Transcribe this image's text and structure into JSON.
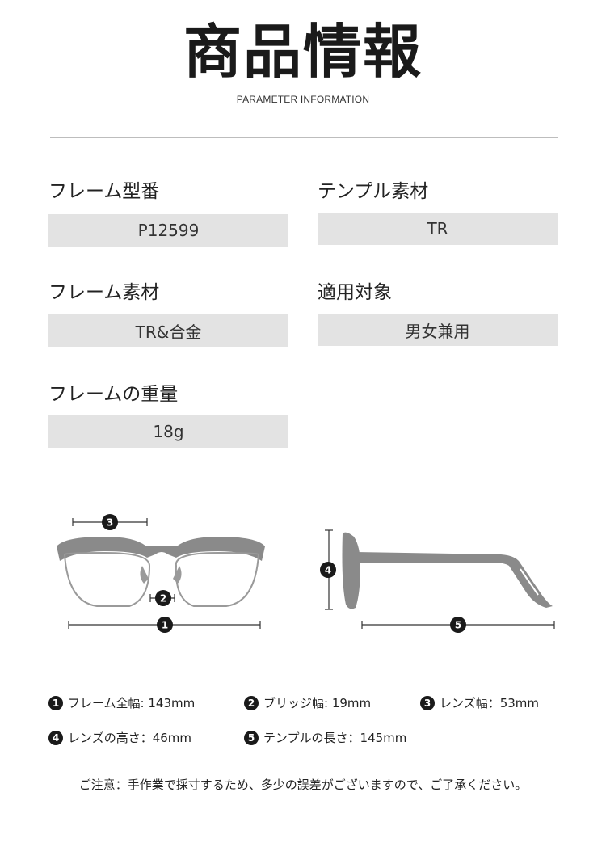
{
  "header": {
    "title": "商品情報",
    "subtitle": "PARAMETER INFORMATION"
  },
  "params": {
    "frame_model": {
      "label": "フレーム型番",
      "value": "P12599"
    },
    "temple_material": {
      "label": "テンプル素材",
      "value": "TR"
    },
    "frame_material": {
      "label": "フレーム素材",
      "value": "TR&合金"
    },
    "target": {
      "label": "適用対象",
      "value": "男女兼用"
    },
    "frame_weight": {
      "label": "フレームの重量",
      "value": "18g"
    }
  },
  "diagram": {
    "markers": [
      "1",
      "2",
      "3",
      "4",
      "5"
    ]
  },
  "legend": [
    {
      "num": "1",
      "text": "フレーム全幅: 143mm"
    },
    {
      "num": "2",
      "text": "ブリッジ幅: 19mm"
    },
    {
      "num": "3",
      "text": "レンズ幅：53mm"
    },
    {
      "num": "4",
      "text": "レンズの高さ：46mm"
    },
    {
      "num": "5",
      "text": "テンプルの長さ：145mm"
    }
  ],
  "note": "ご注意：手作業で採寸するため、多少の誤差がございますので、ご了承ください。"
}
